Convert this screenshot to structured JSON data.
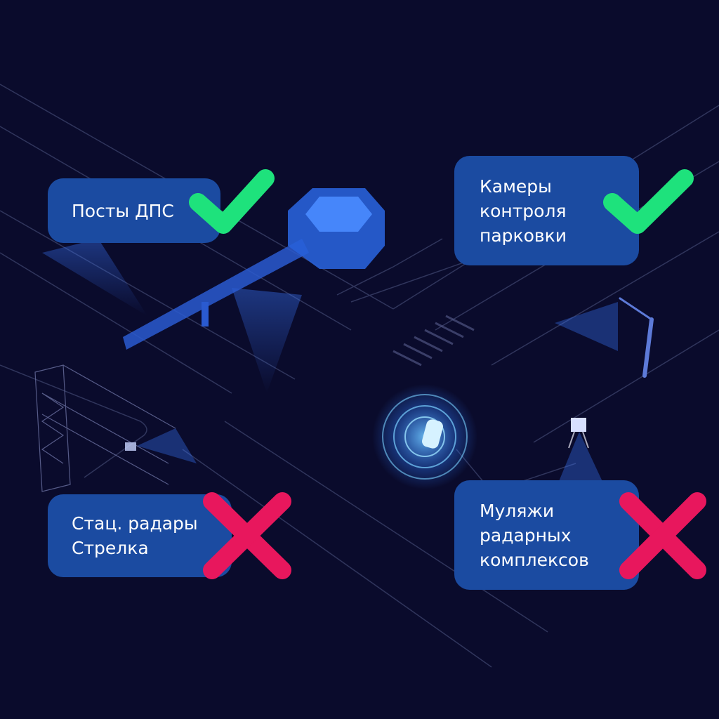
{
  "labels": [
    {
      "lines": [
        "Посты ДПС"
      ],
      "status": "check"
    },
    {
      "lines": [
        "Камеры",
        "контроля",
        "парковки"
      ],
      "status": "check"
    },
    {
      "lines": [
        "Стац. радары",
        "Стрелка"
      ],
      "status": "cross"
    },
    {
      "lines": [
        "Муляжи",
        "радарных",
        "комплексов"
      ],
      "status": "cross"
    }
  ],
  "colors": {
    "background": "#0a0b2c",
    "label_bg": "#1b4ba1",
    "check": "#1ee27c",
    "cross": "#e8175d",
    "glow": "#2f7bff"
  }
}
